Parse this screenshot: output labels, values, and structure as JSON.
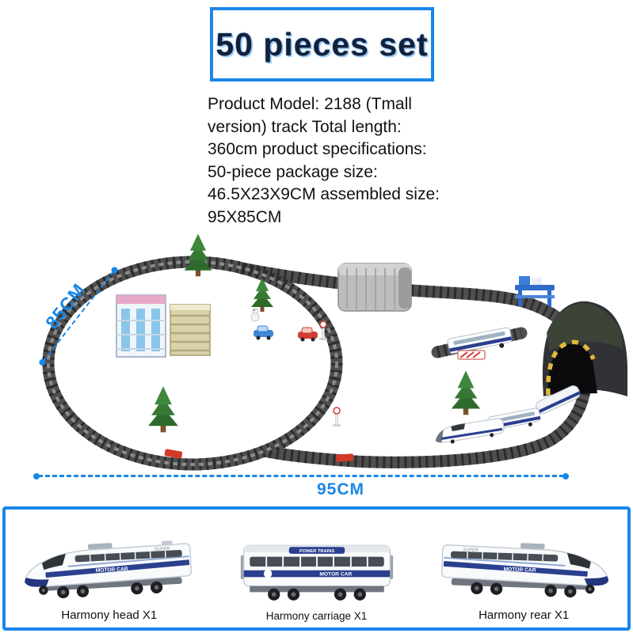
{
  "header": {
    "badge": "50 pieces set",
    "description_lines": [
      "Product Model: 2188 (Tmall",
      "version) track Total length:",
      "360cm product specifications:",
      "50-piece package size:",
      "46.5X23X9CM assembled size:",
      "95X85CM"
    ]
  },
  "dimensions": {
    "height_label": "85CM",
    "width_label": "95CM"
  },
  "items": [
    {
      "label": "Harmony head X1"
    },
    {
      "label": "Harmony carriage X1"
    },
    {
      "label": "Harmony rear X1"
    }
  ],
  "train_markings": {
    "super": "SUPER",
    "motor_car": "MOTOR CAR",
    "power_trains": "POWER TRAINS"
  },
  "colors": {
    "accent_blue": "#1a86e8",
    "train_stripe_blue": "#2b3f8f",
    "track_gray": "#4f4f4f",
    "connector_red": "#d23a28"
  }
}
